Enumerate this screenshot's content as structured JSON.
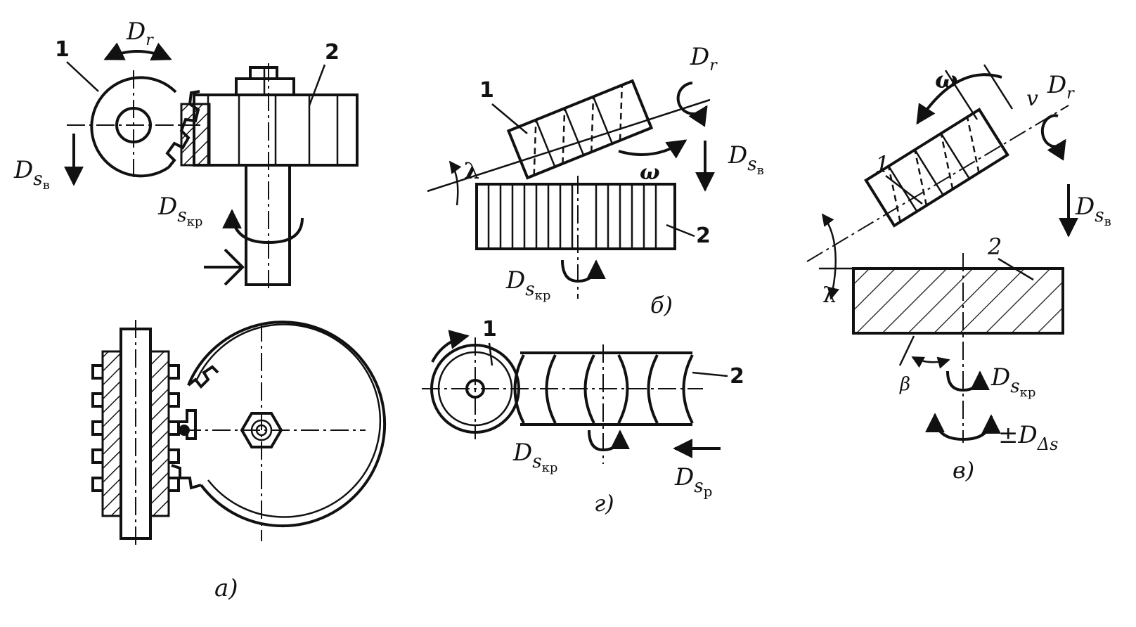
{
  "figure": {
    "panel_a": {
      "caption": "а)",
      "part_1": "1",
      "part_2": "2",
      "rot": {
        "base": "D",
        "sub": "r"
      },
      "feed_v": {
        "base": "D",
        "sub": "s",
        "subsub": "в"
      },
      "feed_kr": {
        "base": "D",
        "sub": "s",
        "subsub": "кр"
      }
    },
    "panel_b": {
      "caption": "б)",
      "part_1": "1",
      "part_2": "2",
      "angle": "λ",
      "omega": "ω",
      "rot": {
        "base": "D",
        "sub": "r"
      },
      "feed_v": {
        "base": "D",
        "sub": "s",
        "subsub": "в"
      },
      "feed_kr": {
        "base": "D",
        "sub": "s",
        "subsub": "кр"
      }
    },
    "panel_v": {
      "caption": "в)",
      "part_1": "1",
      "part_2": "2",
      "angle": "λ",
      "beta": "β",
      "omega": "ω",
      "v": "v",
      "rot": {
        "base": "D",
        "sub": "r"
      },
      "feed_v": {
        "base": "D",
        "sub": "s",
        "subsub": "в"
      },
      "feed_kr": {
        "base": "D",
        "sub": "s",
        "subsub": "кр"
      },
      "delta": {
        "prefix": "±",
        "base": "D",
        "sub": "Δs"
      }
    },
    "panel_g": {
      "caption": "г)",
      "part_1": "1",
      "part_2": "2",
      "feed_kr": {
        "base": "D",
        "sub": "s",
        "subsub": "кр"
      },
      "feed_r": {
        "base": "D",
        "sub": "s",
        "subsub": "р"
      }
    }
  }
}
